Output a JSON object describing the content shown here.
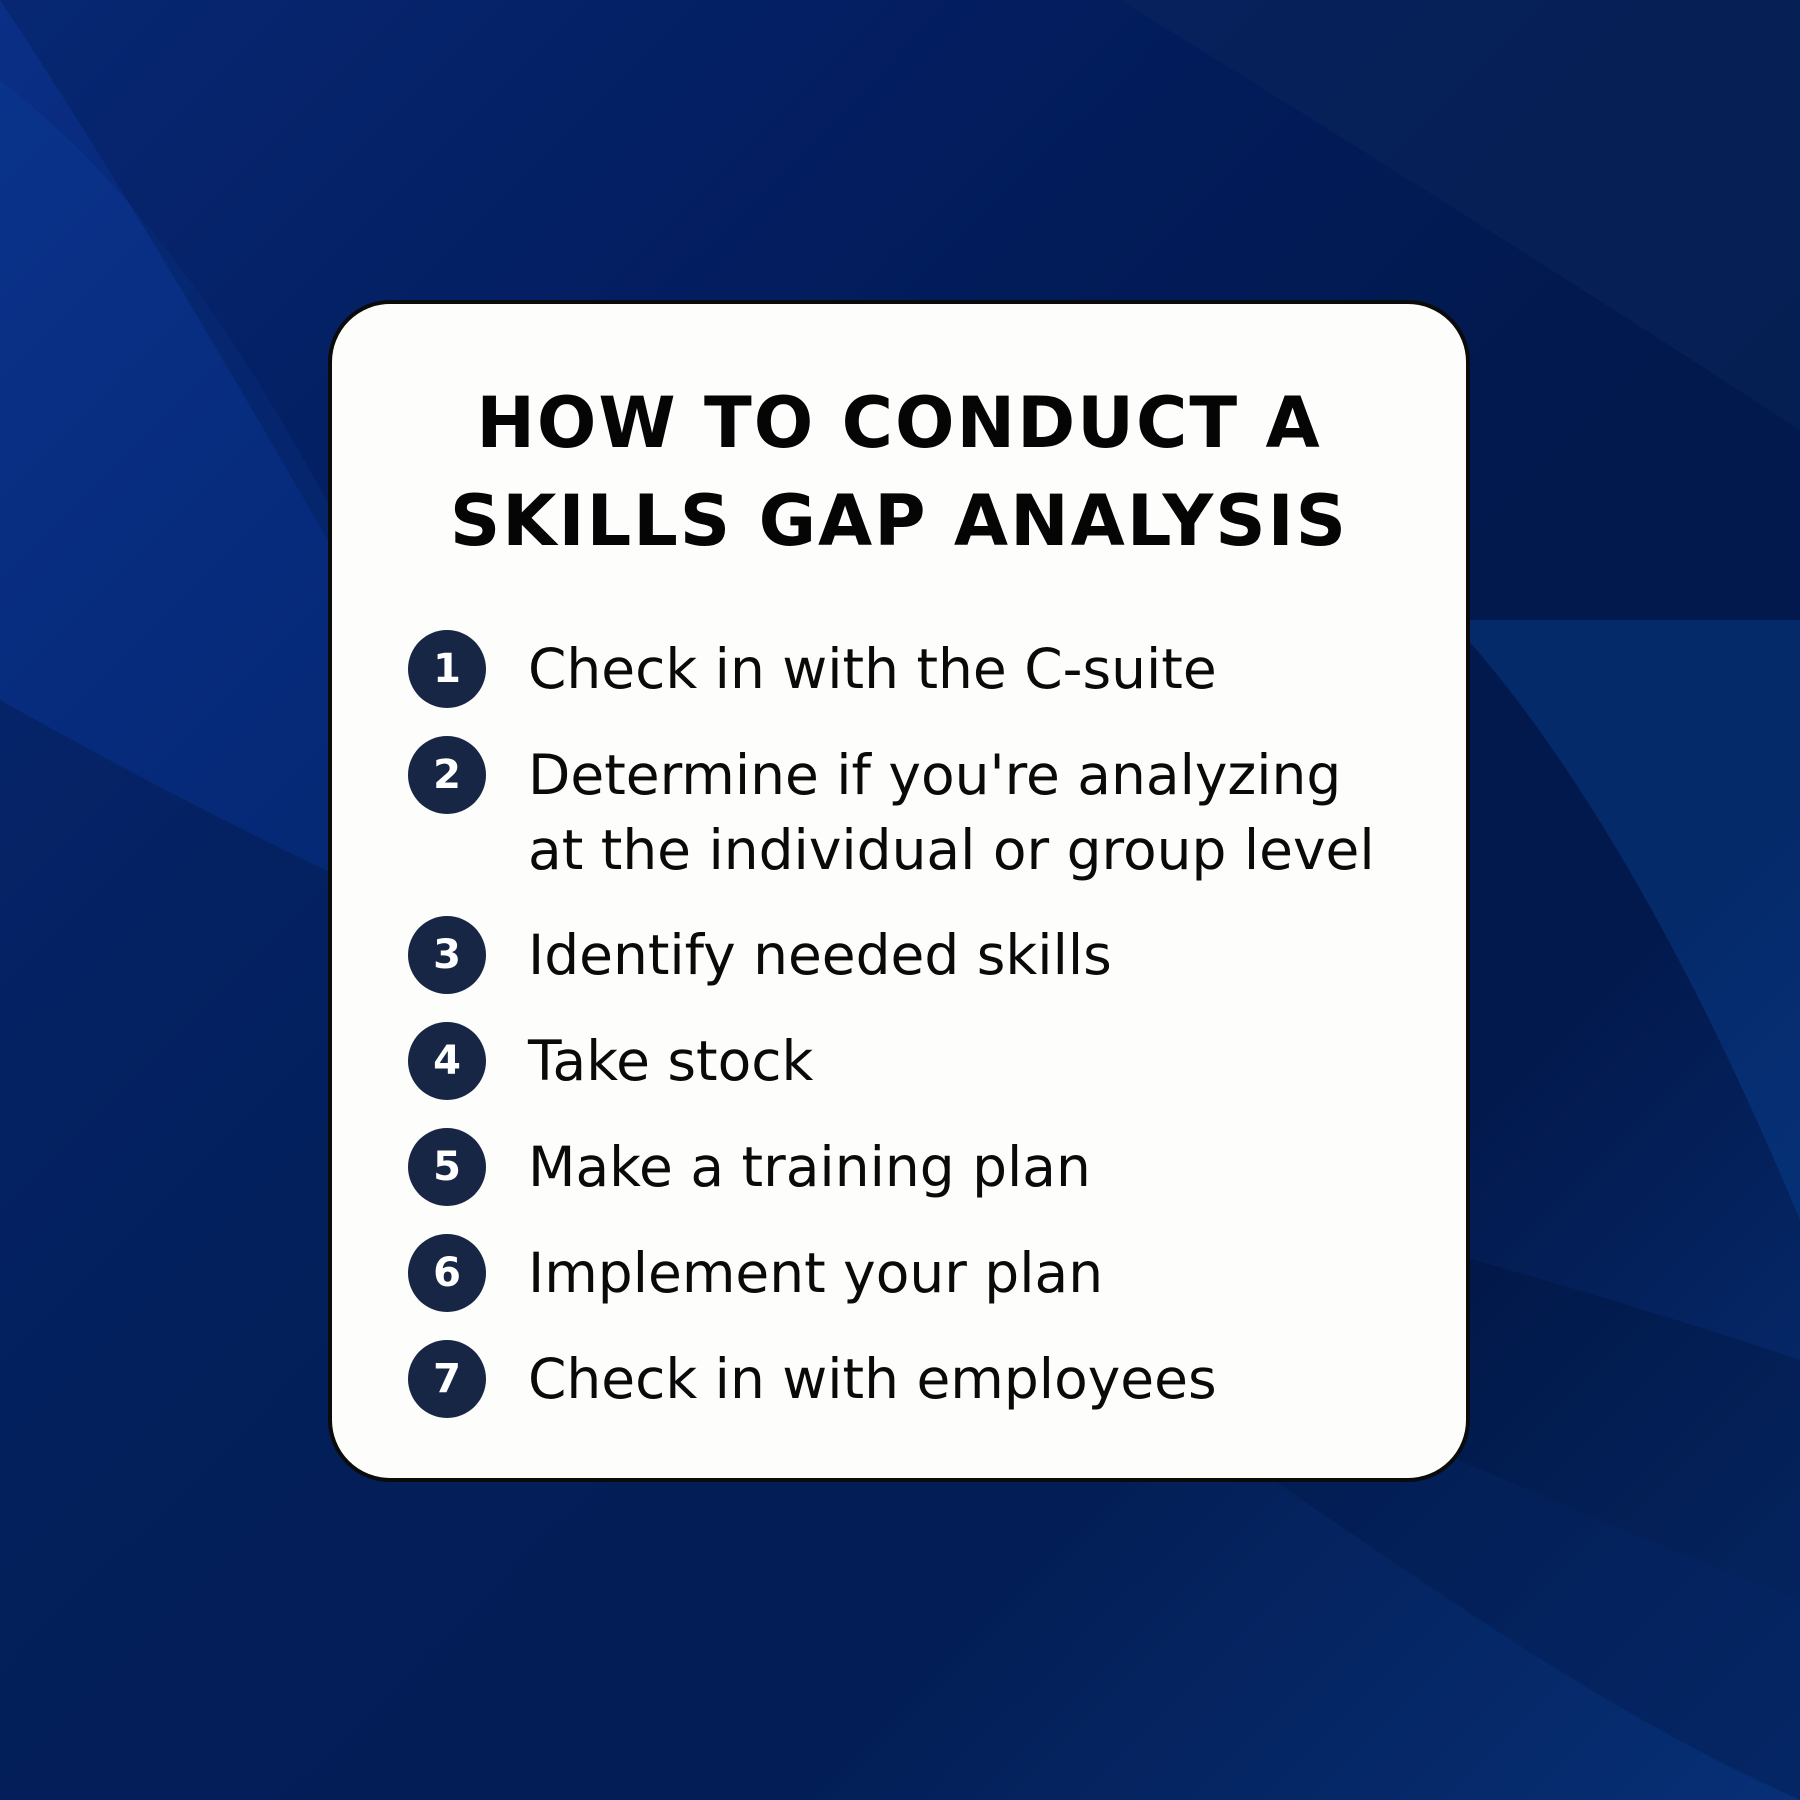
{
  "colors": {
    "background_dark": "#021a4f",
    "background_light": "#0b3e8f",
    "card": "#fdfdfb",
    "card_border": "#0b0b0b",
    "badge": "#182645",
    "badge_text": "#ffffff",
    "text": "#0a0a0a"
  },
  "card": {
    "title_line1": "HOW TO CONDUCT A",
    "title_line2": "SKILLS GAP ANALYSIS"
  },
  "steps": [
    {
      "number": "1",
      "text": "Check in with the C-suite"
    },
    {
      "number": "2",
      "text": "Determine if you're analyzing\nat the individual or group level"
    },
    {
      "number": "3",
      "text": "Identify needed skills"
    },
    {
      "number": "4",
      "text": "Take stock"
    },
    {
      "number": "5",
      "text": "Make a training plan"
    },
    {
      "number": "6",
      "text": "Implement your plan"
    },
    {
      "number": "7",
      "text": "Check in with employees"
    }
  ]
}
